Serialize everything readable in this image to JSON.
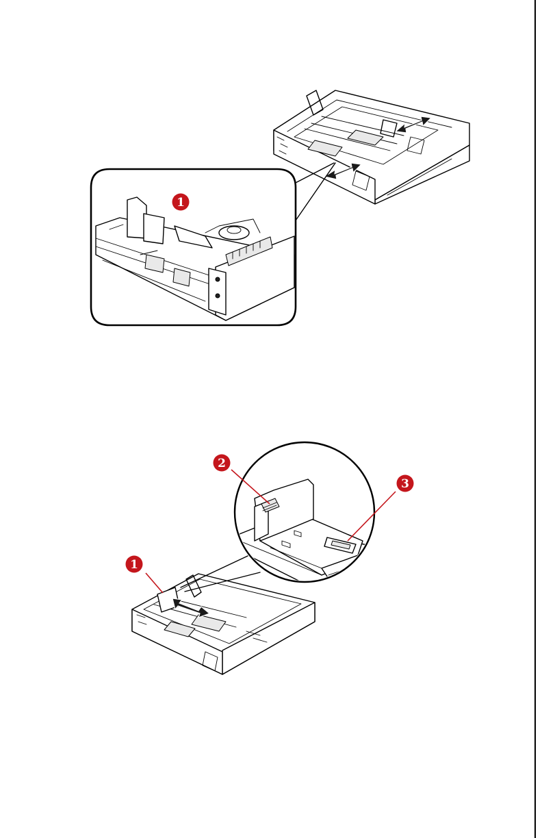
{
  "figure_top": {
    "callouts": [
      {
        "number": "1"
      }
    ]
  },
  "figure_bottom": {
    "callouts": [
      {
        "number": "1"
      },
      {
        "number": "2"
      },
      {
        "number": "3"
      }
    ]
  },
  "colors": {
    "callout": "#c4161c",
    "line": "#000000",
    "background": "#ffffff"
  },
  "icons": [
    "double-arrow-icon",
    "callout-badge-icon"
  ]
}
